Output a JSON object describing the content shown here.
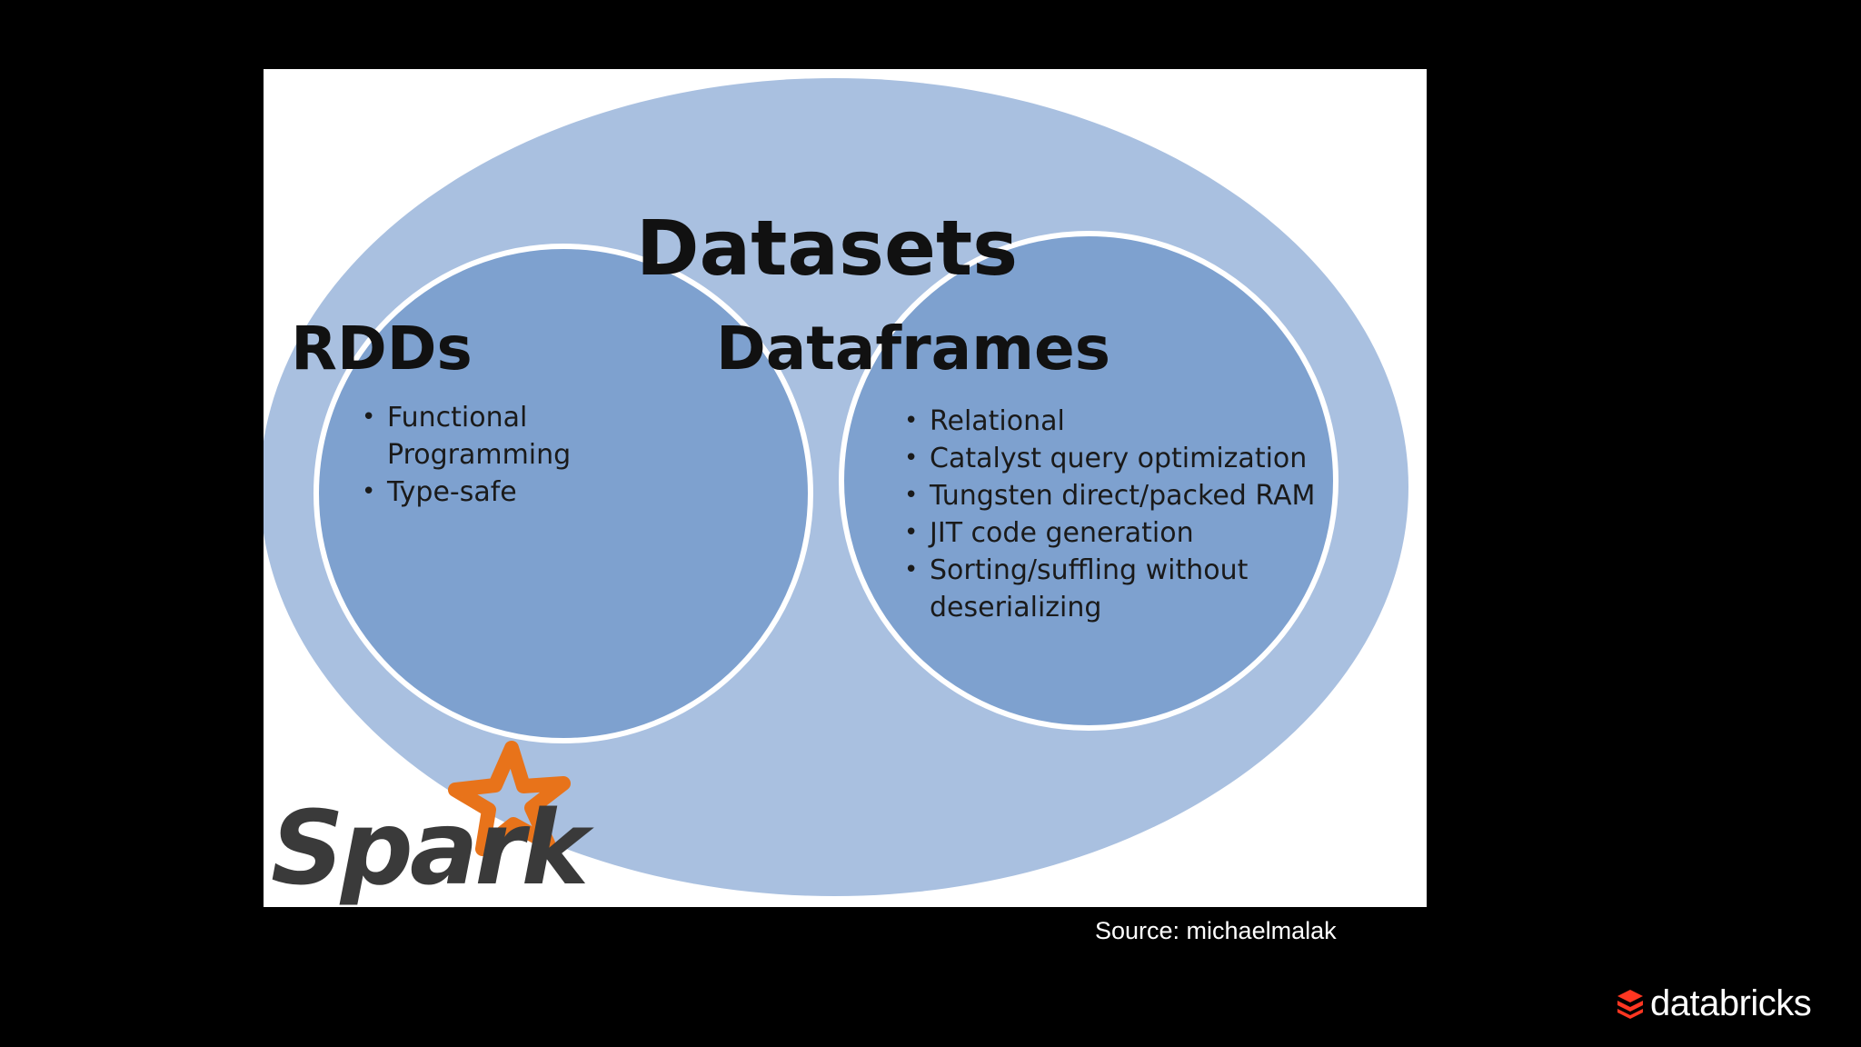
{
  "diagram": {
    "outer_label": "Datasets",
    "left_circle": {
      "title": "RDDs",
      "bullets": [
        "Functional Programming",
        "Type-safe"
      ]
    },
    "right_circle": {
      "title": "Dataframes",
      "bullets": [
        "Relational",
        "Catalyst query optimization",
        "Tungsten direct/packed RAM",
        "JIT code generation",
        "Sorting/suffling without deserializing"
      ]
    },
    "logo": "Spark"
  },
  "source": "Source:  michaelmalak",
  "brand": "databricks",
  "colors": {
    "outer_ellipse": "#a9c0e0",
    "inner_circle": "#7ea1cf",
    "spark_star": "#e8731a",
    "spark_text": "#3a3a3a",
    "brand_mark": "#ff3621"
  }
}
